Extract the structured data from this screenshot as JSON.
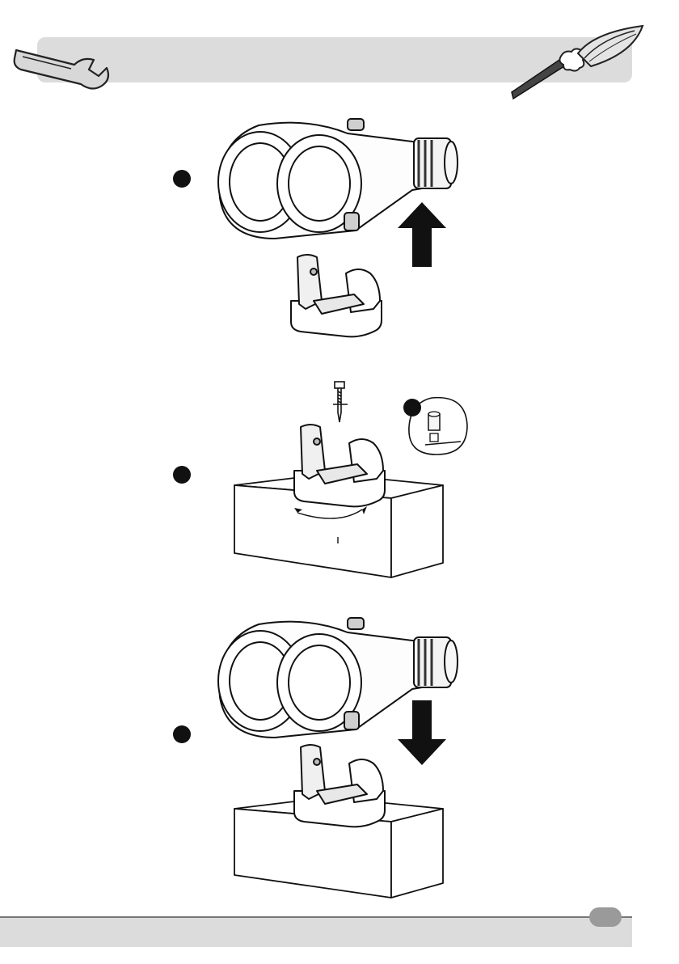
{
  "header": {
    "banner_color": "#dcdcdc",
    "icons": [
      "wrench-icon",
      "screwdriver-icon"
    ]
  },
  "steps": [
    {
      "marker": "step-1-dot",
      "action": "lift-light-off-mount",
      "arrow": "up"
    },
    {
      "marker": "step-2-dot",
      "action": "screw-mount-to-surface",
      "arrow": "rotate",
      "detail_marker": "detail-dot"
    },
    {
      "marker": "step-3-dot",
      "action": "lower-light-onto-mount",
      "arrow": "down"
    }
  ],
  "footer": {
    "bar_color": "#dcdcdc",
    "page_badge_color": "#9a9a9a"
  }
}
